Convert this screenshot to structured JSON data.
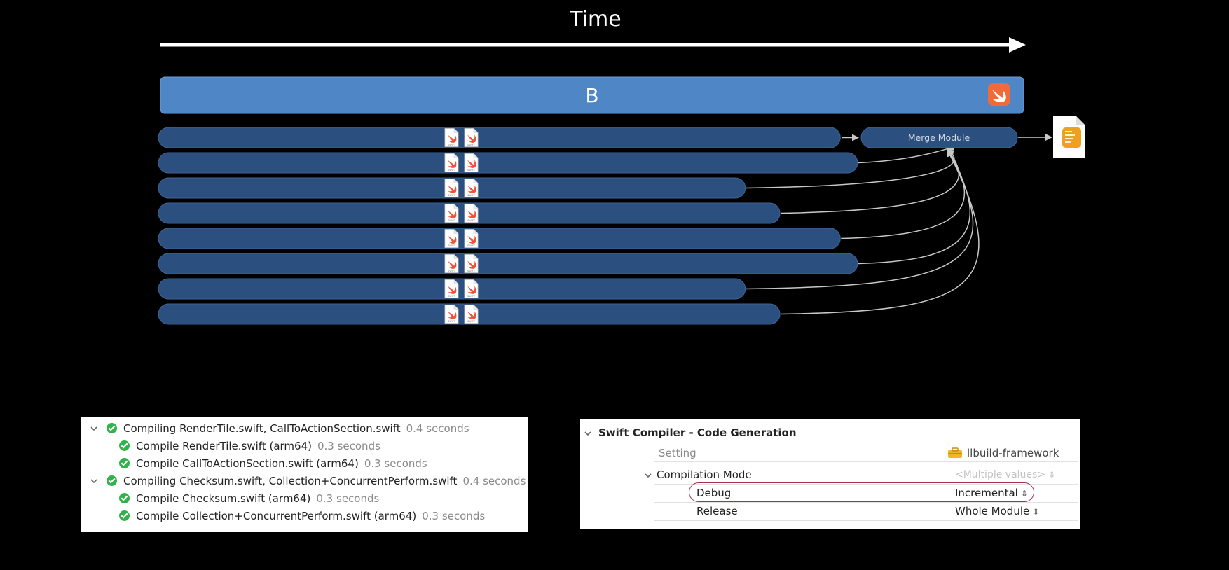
{
  "time_axis": {
    "label": "Time"
  },
  "module_bar": {
    "label": "B",
    "icon": "swift-icon",
    "color": "#4f86c6"
  },
  "merge_module": {
    "label": "Merge Module"
  },
  "output_icon": "swiftmodule-file-icon",
  "compile_jobs": [
    {
      "job": 1,
      "relative_duration": 0.79
    },
    {
      "job": 2,
      "relative_duration": 0.81
    },
    {
      "job": 3,
      "relative_duration": 0.68
    },
    {
      "job": 4,
      "relative_duration": 0.72
    },
    {
      "job": 5,
      "relative_duration": 0.79
    },
    {
      "job": 6,
      "relative_duration": 0.81
    },
    {
      "job": 7,
      "relative_duration": 0.68
    },
    {
      "job": 8,
      "relative_duration": 0.72
    }
  ],
  "file_icon_label": "SWIFT",
  "build_log": {
    "groups": [
      {
        "label": "Compiling RenderTile.swift, CallToActionSection.swift",
        "duration": "0.4 seconds",
        "children": [
          {
            "label": "Compile RenderTile.swift (arm64)",
            "duration": "0.3 seconds"
          },
          {
            "label": "Compile CallToActionSection.swift (arm64)",
            "duration": "0.3 seconds"
          }
        ]
      },
      {
        "label": "Compiling Checksum.swift, Collection+ConcurrentPerform.swift",
        "duration": "0.4 seconds",
        "children": [
          {
            "label": "Compile Checksum.swift (arm64)",
            "duration": "0.3 seconds"
          },
          {
            "label": "Compile Collection+ConcurrentPerform.swift (arm64)",
            "duration": "0.3 seconds"
          }
        ]
      }
    ]
  },
  "build_settings": {
    "section_title": "Swift Compiler - Code Generation",
    "column_setting": "Setting",
    "column_target": "llbuild-framework",
    "target_icon": "toolbox-icon",
    "setting_name": "Compilation Mode",
    "setting_value": "<Multiple values>",
    "rows": [
      {
        "config": "Debug",
        "value": "Incremental",
        "highlighted": true
      },
      {
        "config": "Release",
        "value": "Whole Module",
        "highlighted": false
      }
    ],
    "highlight_color": "#a3344f"
  }
}
